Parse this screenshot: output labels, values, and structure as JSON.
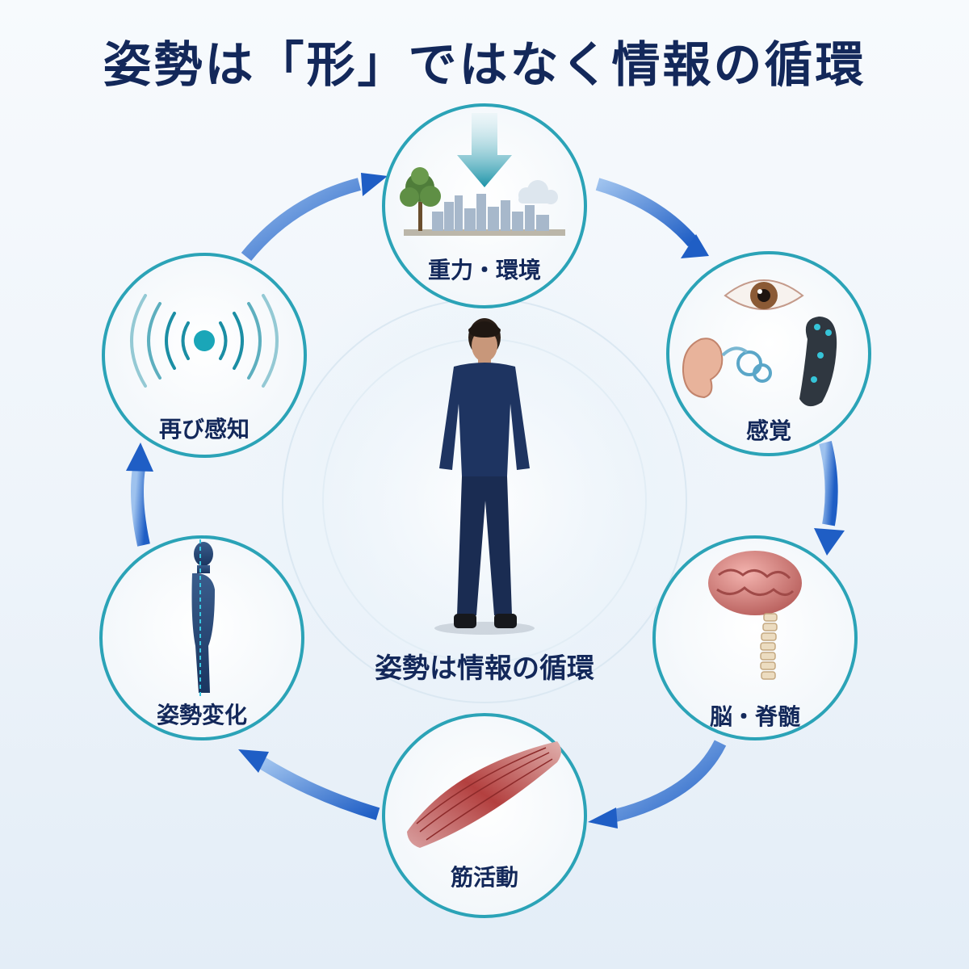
{
  "title": "姿勢は「形」ではなく情報の循環",
  "center_caption": "姿勢は情報の循環",
  "cycle_nodes": [
    {
      "label": "重力・環境"
    },
    {
      "label": "感覚"
    },
    {
      "label": "脳・脊髄"
    },
    {
      "label": "筋活動"
    },
    {
      "label": "姿勢変化"
    },
    {
      "label": "再び感知"
    }
  ],
  "colors": {
    "title": "#13285a",
    "ring": "#2ba3b7",
    "arrow": "#2563c9",
    "teal_accent": "#1aa6b8"
  }
}
